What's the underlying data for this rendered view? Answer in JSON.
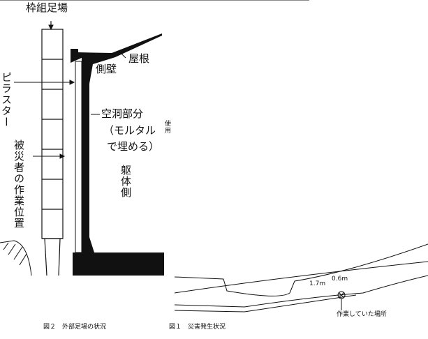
{
  "figure2": {
    "labels": {
      "scaffold": "枠組足場",
      "roof": "屋根",
      "side_wall": "側壁",
      "pilaster": "ピラスター",
      "cavity": "空洞部分",
      "mortar_line1": "（モルタル",
      "mortar_used": "使用",
      "mortar_line2": "で埋める）",
      "structure_side": "躯体側",
      "victim_position": "被災者の作業位置"
    },
    "caption": "図２　外部足場の状況"
  },
  "figure1": {
    "labels": {
      "dim_1": "1.7m",
      "dim_2": "0.6m",
      "work_location": "作業していた場所"
    },
    "caption": "図１　災害発生状況"
  }
}
